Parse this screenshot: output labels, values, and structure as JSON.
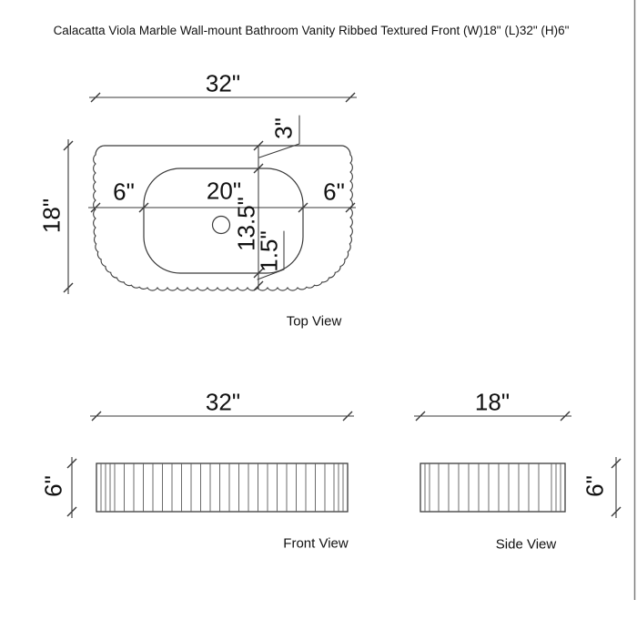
{
  "title": "Calacatta Viola Marble Wall-mount Bathroom Vanity Ribbed Textured Front (W)18\" (L)32\" (H)6\"",
  "views": {
    "top": {
      "label": "Top View",
      "dims": {
        "overall_width": "32\"",
        "overall_depth": "18\"",
        "basin_inset_back": "3\"",
        "left_margin": "6\"",
        "basin_width": "20\"",
        "right_margin": "6\"",
        "basin_depth": "13.5\"",
        "basin_inset_front": "1.5\""
      }
    },
    "front": {
      "label": "Front View",
      "dims": {
        "overall_width": "32\"",
        "height": "6\""
      }
    },
    "side": {
      "label": "Side View",
      "dims": {
        "overall_depth": "18\"",
        "height": "6\""
      }
    }
  },
  "colors": {
    "line": "#3a3a3a",
    "rib": "#6b6b6b",
    "text": "#111111",
    "background": "#ffffff",
    "page_edge": "#7d7d7d"
  }
}
